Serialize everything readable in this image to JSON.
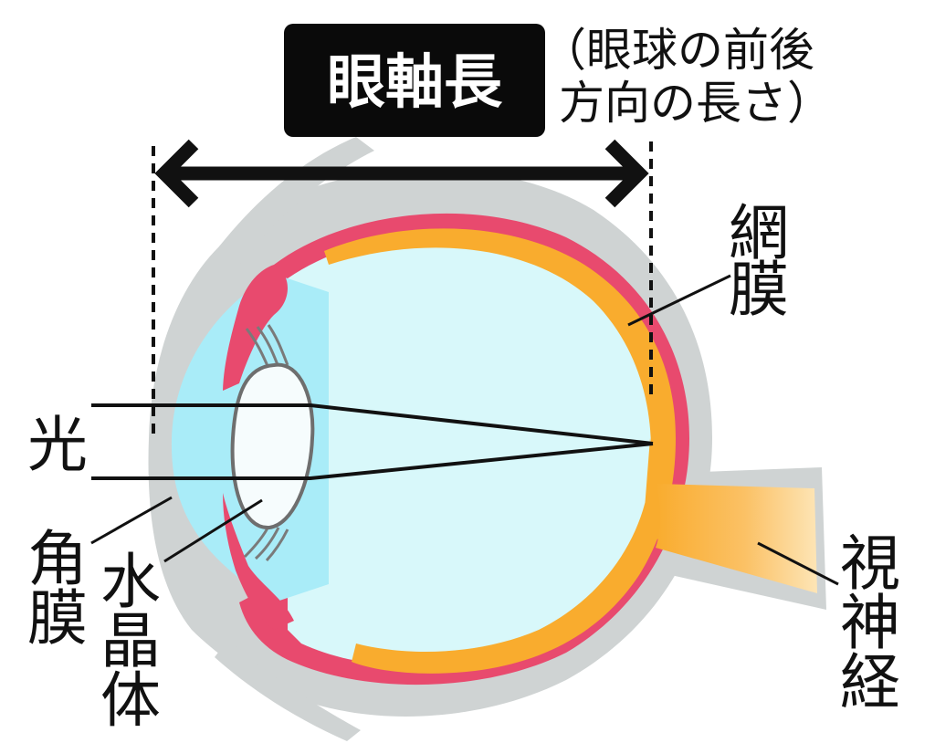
{
  "title": {
    "main": "眼軸長",
    "note_line1": "（眼球の前後",
    "note_line2": "方向の長さ）"
  },
  "labels": {
    "retina": [
      "網",
      "膜"
    ],
    "light": "光",
    "cornea": [
      "角",
      "膜"
    ],
    "lens": [
      "水",
      "晶",
      "体"
    ],
    "optic_nerve": [
      "視",
      "神",
      "経"
    ]
  },
  "colors": {
    "sclera": "#cfd3d3",
    "choroid": "#e84a6e",
    "retina": "#f9ac2e",
    "vitreous": "#d8f8fa",
    "cornea_tint": "#a9ecf8",
    "lens": "#f6fcfd",
    "lens_outline": "#6e6e6e",
    "title_box": "#0a0a0a",
    "text": "#111111"
  }
}
